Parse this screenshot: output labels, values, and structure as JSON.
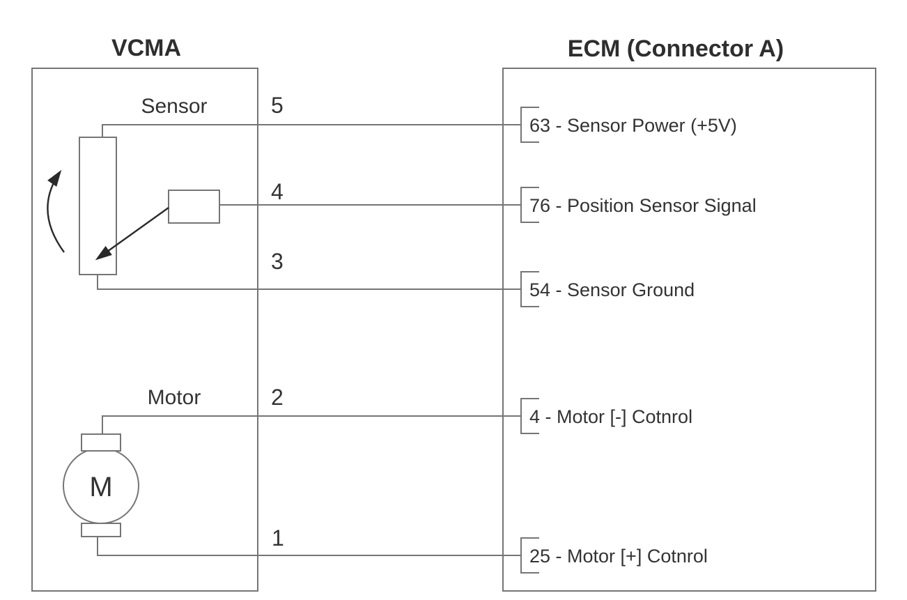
{
  "header": {
    "left_title": "VCMA",
    "right_title": "ECM (Connector A)"
  },
  "vcma": {
    "sensor_section_label": "Sensor",
    "motor_section_label": "Motor",
    "motor_symbol": "M"
  },
  "connections": [
    {
      "vcma_pin": "5",
      "ecm_pin_label": "63 - Sensor Power (+5V)"
    },
    {
      "vcma_pin": "4",
      "ecm_pin_label": "76 - Position Sensor Signal"
    },
    {
      "vcma_pin": "3",
      "ecm_pin_label": "54 - Sensor Ground"
    },
    {
      "vcma_pin": "2",
      "ecm_pin_label": "4 - Motor [-] Cotnrol"
    },
    {
      "vcma_pin": "1",
      "ecm_pin_label": "25 - Motor [+] Cotnrol"
    }
  ],
  "colors": {
    "line": "#757575",
    "text": "#333333",
    "arrow": "#2a2a2a",
    "background": "#ffffff"
  }
}
